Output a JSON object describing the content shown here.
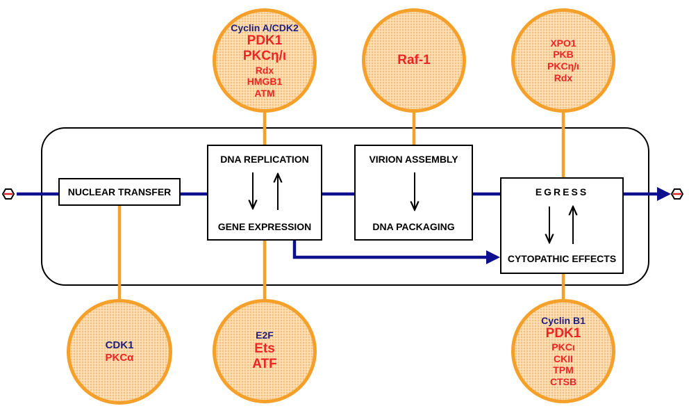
{
  "colors": {
    "circle_border": "#f5a02a",
    "circle_fill": "#fce1b9",
    "pathway_line": "#0d0f8c",
    "text_dark": "#1f1d80",
    "text_red": "#ee2424"
  },
  "process_boxes": {
    "nuclear_transfer": "NUCLEAR TRANSFER",
    "dna_replication": "DNA REPLICATION",
    "gene_expression": "GENE EXPRESSION",
    "virion_assembly": "VIRION ASSEMBLY",
    "dna_packaging": "DNA PACKAGING",
    "egress": "EGRESS",
    "cytopathic_effects": "CYTOPATHIC EFFECTS"
  },
  "circles": {
    "top_replication": [
      "Cyclin A/CDK2",
      "PDK1",
      "PKCη/ι",
      "Rdx",
      "HMGB1",
      "ATM"
    ],
    "top_assembly": [
      "Raf-1"
    ],
    "top_egress": [
      "XPO1",
      "PKB",
      "PKCη/ι",
      "Rdx"
    ],
    "bottom_nuclear": [
      "CDK1",
      "PKCα"
    ],
    "bottom_expression": [
      "E2F",
      "Ets",
      "ATF"
    ],
    "bottom_cytopathic": [
      "Cyclin B1",
      "PDK1",
      "PKCι",
      "CKII",
      "TPM",
      "CTSB"
    ]
  }
}
